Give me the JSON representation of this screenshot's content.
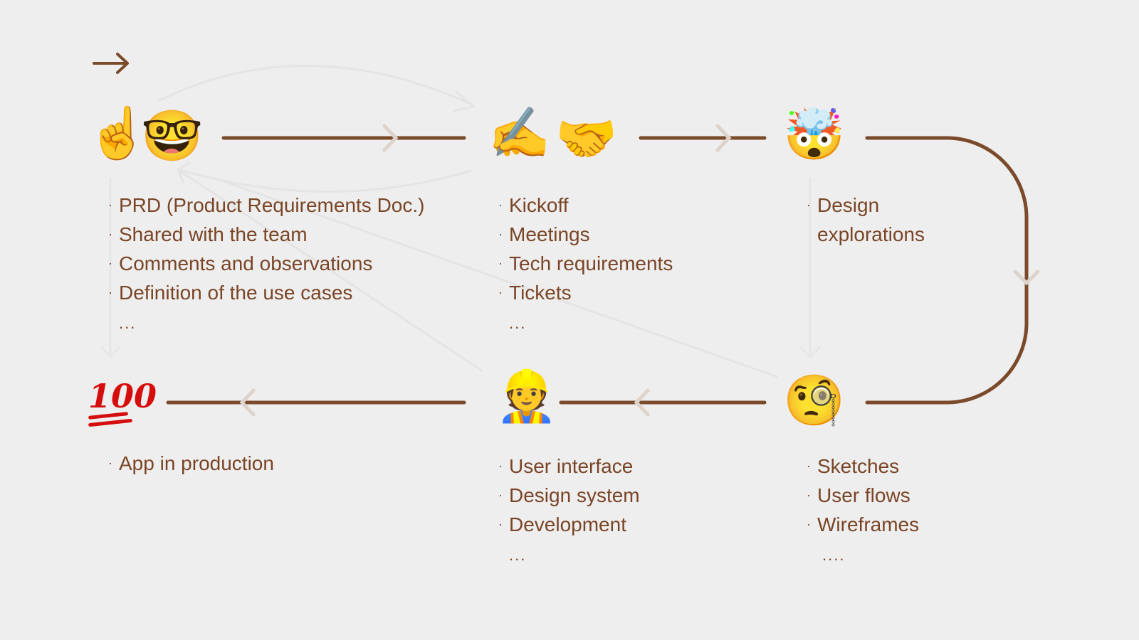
{
  "colors": {
    "background": "#eeeeee",
    "text": "#7a4526",
    "main_line": "#7a4a2a",
    "faint_arrow": "#ddd3ca",
    "ghost_line": "#e4e4e4",
    "hundred_red": "#d60d0d"
  },
  "header": {
    "icon": "right-arrow-icon",
    "glyph": "→"
  },
  "stages": [
    {
      "id": "requirements",
      "emojis": [
        {
          "name": "index-pointing-up-icon",
          "glyph": "☝️"
        },
        {
          "name": "nerd-face-icon",
          "glyph": "🤓"
        }
      ],
      "items": [
        "PRD (Product Requirements Doc.)",
        "Shared with the team",
        "Comments and observations",
        "Definition of the use cases"
      ],
      "ellipsis": "..."
    },
    {
      "id": "kickoff",
      "emojis": [
        {
          "name": "writing-hand-icon",
          "glyph": "✍️"
        },
        {
          "name": "handshake-icon",
          "glyph": "🤝"
        }
      ],
      "items": [
        "Kickoff",
        "Meetings",
        "Tech requirements",
        "Tickets"
      ],
      "ellipsis": "..."
    },
    {
      "id": "exploration",
      "emojis": [
        {
          "name": "exploding-head-icon",
          "glyph": "🤯"
        }
      ],
      "items": [
        "Design explorations"
      ],
      "ellipsis": ""
    },
    {
      "id": "sketching",
      "emojis": [
        {
          "name": "face-with-monocle-icon",
          "glyph": "🧐"
        }
      ],
      "items": [
        "Sketches",
        "User flows",
        "Wireframes"
      ],
      "ellipsis": "...."
    },
    {
      "id": "building",
      "emojis": [
        {
          "name": "construction-worker-icon",
          "glyph": "👷"
        }
      ],
      "items": [
        "User interface",
        "Design system",
        "Development"
      ],
      "ellipsis": "..."
    },
    {
      "id": "production",
      "emojis": [
        {
          "name": "hundred-points-icon",
          "glyph": "💯",
          "text": "100"
        }
      ],
      "items": [
        "App in production"
      ],
      "ellipsis": ""
    }
  ],
  "bullet": "·"
}
